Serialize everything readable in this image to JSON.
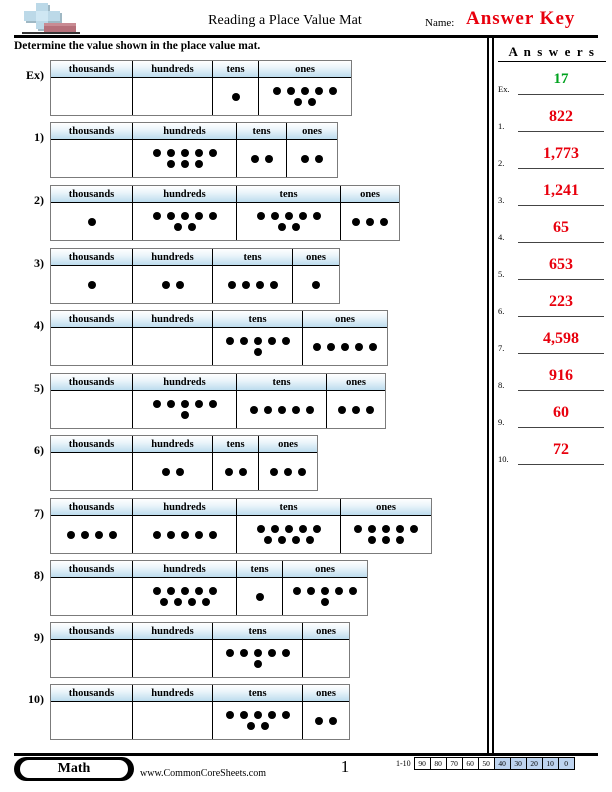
{
  "header": {
    "title": "Reading a Place Value Mat",
    "name_label": "Name:",
    "name_value": "Answer Key",
    "instructions": "Determine the value shown in the place value mat.",
    "logo_icon": "plus-eraser-logo"
  },
  "answers": {
    "title": "A n s w e r s",
    "rows": [
      {
        "num": "Ex.",
        "value": "17",
        "color": "#00a21f"
      },
      {
        "num": "1.",
        "value": "822",
        "color": "#e8000d"
      },
      {
        "num": "2.",
        "value": "1,773",
        "color": "#e8000d"
      },
      {
        "num": "3.",
        "value": "1,241",
        "color": "#e8000d"
      },
      {
        "num": "4.",
        "value": "65",
        "color": "#e8000d"
      },
      {
        "num": "5.",
        "value": "653",
        "color": "#e8000d"
      },
      {
        "num": "6.",
        "value": "223",
        "color": "#e8000d"
      },
      {
        "num": "7.",
        "value": "4,598",
        "color": "#e8000d"
      },
      {
        "num": "8.",
        "value": "916",
        "color": "#e8000d"
      },
      {
        "num": "9.",
        "value": "60",
        "color": "#e8000d"
      },
      {
        "num": "10.",
        "value": "72",
        "color": "#e8000d"
      }
    ]
  },
  "column_labels": [
    "thousands",
    "hundreds",
    "tens",
    "ones"
  ],
  "problems": [
    {
      "num": "Ex)",
      "widths": [
        82,
        80,
        46,
        92
      ],
      "counts": [
        0,
        0,
        1,
        7
      ],
      "answer": "17"
    },
    {
      "num": "1)",
      "widths": [
        82,
        104,
        50,
        50
      ],
      "counts": [
        0,
        8,
        2,
        2
      ],
      "answer": "822"
    },
    {
      "num": "2)",
      "widths": [
        82,
        104,
        104,
        58
      ],
      "counts": [
        1,
        7,
        7,
        3
      ],
      "answer": "1,773"
    },
    {
      "num": "3)",
      "widths": [
        82,
        80,
        80,
        46
      ],
      "counts": [
        1,
        2,
        4,
        1
      ],
      "answer": "1,241"
    },
    {
      "num": "4)",
      "widths": [
        82,
        80,
        90,
        84
      ],
      "counts": [
        0,
        0,
        6,
        5
      ],
      "answer": "65"
    },
    {
      "num": "5)",
      "widths": [
        82,
        104,
        90,
        58
      ],
      "counts": [
        0,
        6,
        5,
        3
      ],
      "answer": "653"
    },
    {
      "num": "6)",
      "widths": [
        82,
        80,
        46,
        58
      ],
      "counts": [
        0,
        2,
        2,
        3
      ],
      "answer": "223"
    },
    {
      "num": "7)",
      "widths": [
        82,
        104,
        104,
        90
      ],
      "counts": [
        4,
        5,
        9,
        8
      ],
      "answer": "4,598"
    },
    {
      "num": "8)",
      "widths": [
        82,
        104,
        46,
        84
      ],
      "counts": [
        0,
        9,
        1,
        6
      ],
      "answer": "916"
    },
    {
      "num": "9)",
      "widths": [
        82,
        80,
        90,
        46
      ],
      "counts": [
        0,
        0,
        6,
        0
      ],
      "answer": "60"
    },
    {
      "num": "10)",
      "widths": [
        82,
        80,
        90,
        46
      ],
      "counts": [
        0,
        0,
        7,
        2
      ],
      "answer": "72"
    }
  ],
  "footer": {
    "badge": "Math",
    "site": "www.CommonCoreSheets.com",
    "page_number": "1",
    "scale_label": "1-10",
    "scale_values": [
      "90",
      "80",
      "70",
      "60",
      "50",
      "40",
      "30",
      "20",
      "10",
      "0"
    ],
    "scale_highlight_from": 5,
    "highlight_color": "#bed4f0"
  }
}
